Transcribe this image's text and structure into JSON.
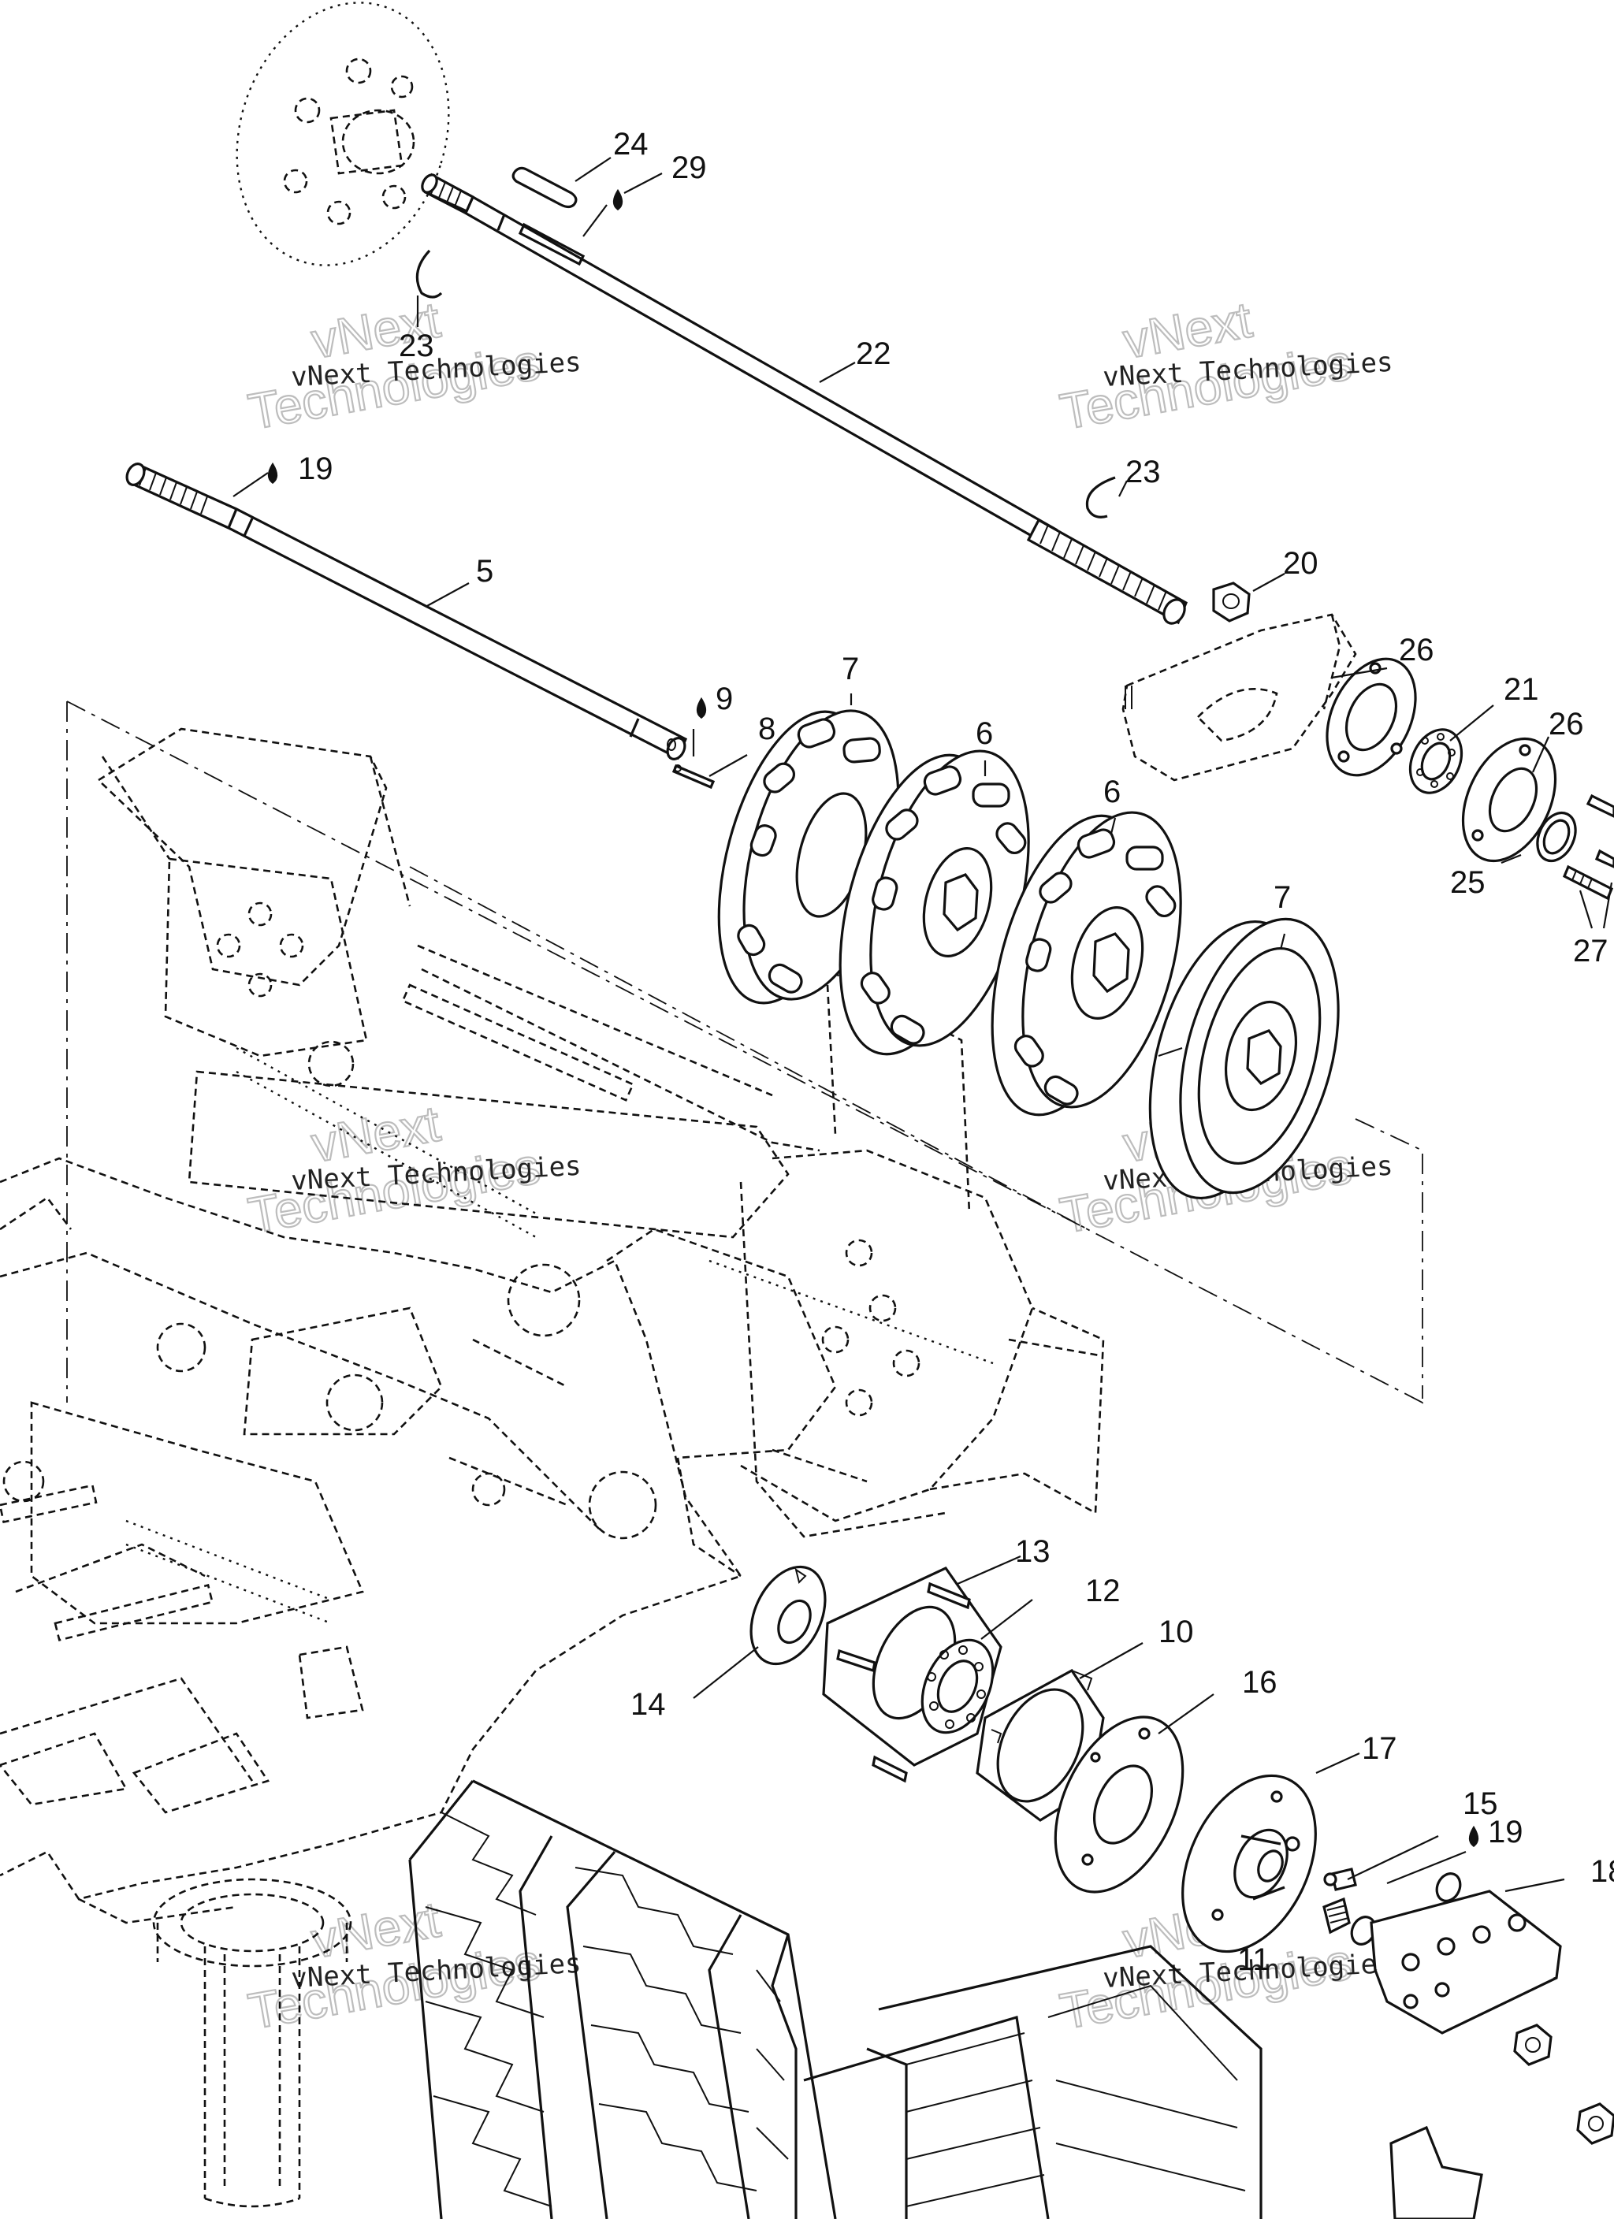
{
  "diagram": {
    "type": "exploded parts diagram",
    "callouts": [
      {
        "id": "c24",
        "label": "24"
      },
      {
        "id": "c29",
        "label": "29"
      },
      {
        "id": "c23a",
        "label": "23"
      },
      {
        "id": "c22",
        "label": "22"
      },
      {
        "id": "c23b",
        "label": "23"
      },
      {
        "id": "c19a",
        "label": "19"
      },
      {
        "id": "c5",
        "label": "5"
      },
      {
        "id": "c20",
        "label": "20"
      },
      {
        "id": "c26a",
        "label": "26"
      },
      {
        "id": "c21",
        "label": "21"
      },
      {
        "id": "c26b",
        "label": "26"
      },
      {
        "id": "c9",
        "label": "9"
      },
      {
        "id": "c8",
        "label": "8"
      },
      {
        "id": "c7a",
        "label": "7"
      },
      {
        "id": "c6a",
        "label": "6"
      },
      {
        "id": "c6b",
        "label": "6"
      },
      {
        "id": "c25",
        "label": "25"
      },
      {
        "id": "c27",
        "label": "27"
      },
      {
        "id": "c7b",
        "label": "7"
      },
      {
        "id": "c13",
        "label": "13"
      },
      {
        "id": "c12",
        "label": "12"
      },
      {
        "id": "c10",
        "label": "10"
      },
      {
        "id": "c16",
        "label": "16"
      },
      {
        "id": "c14",
        "label": "14"
      },
      {
        "id": "c17",
        "label": "17"
      },
      {
        "id": "c15",
        "label": "15"
      },
      {
        "id": "c19b",
        "label": "19"
      },
      {
        "id": "c18",
        "label": "18"
      },
      {
        "id": "c11",
        "label": "11"
      }
    ],
    "watermark": {
      "small_text": "vNext Technologies",
      "big_line1": "vNext",
      "big_line2": "Technologies"
    },
    "colors": {
      "ink": "#111111",
      "watermark": "#bdbdbd",
      "background": "#ffffff"
    }
  }
}
